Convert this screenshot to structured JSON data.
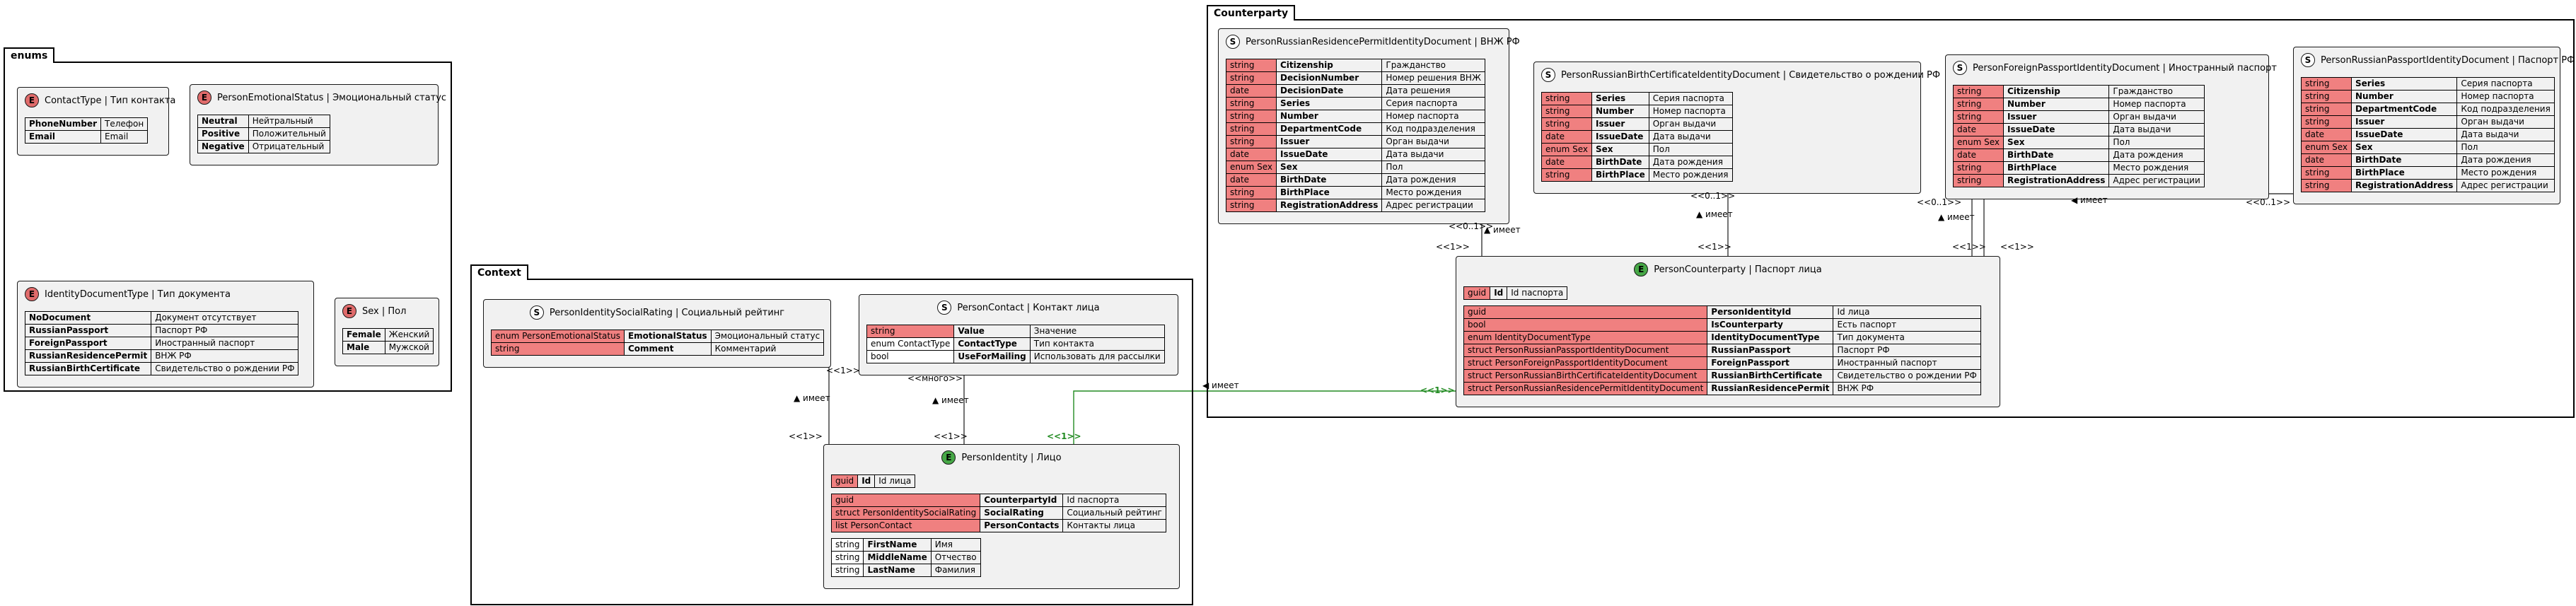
{
  "packages": {
    "enums": "enums",
    "context": "Context",
    "counterparty": "Counterparty"
  },
  "enums": {
    "contact_type": {
      "title": "ContactType | Тип контакта",
      "rows": [
        [
          "PhoneNumber",
          "Телефон"
        ],
        [
          "Email",
          "Email"
        ]
      ]
    },
    "emotional_status": {
      "title": "PersonEmotionalStatus | Эмоциональный статус",
      "rows": [
        [
          "Neutral",
          "Нейтральный"
        ],
        [
          "Positive",
          "Положительный"
        ],
        [
          "Negative",
          "Отрицательный"
        ]
      ]
    },
    "identity_document_type": {
      "title": "IdentityDocumentType | Тип документа",
      "rows": [
        [
          "NoDocument",
          "Документ отсутствует"
        ],
        [
          "RussianPassport",
          "Паспорт РФ"
        ],
        [
          "ForeignPassport",
          "Иностранный паспорт"
        ],
        [
          "RussianResidencePermit",
          "ВНЖ РФ"
        ],
        [
          "RussianBirthCertificate",
          "Свидетельство о рождении РФ"
        ]
      ]
    },
    "sex": {
      "title": "Sex | Пол",
      "rows": [
        [
          "Female",
          "Женский"
        ],
        [
          "Male",
          "Мужской"
        ]
      ]
    }
  },
  "context": {
    "social_rating": {
      "title": "PersonIdentitySocialRating | Социальный рейтинг",
      "rows": [
        [
          "enum PersonEmotionalStatus",
          "EmotionalStatus",
          "Эмоциональный статус"
        ],
        [
          "string",
          "Comment",
          "Комментарий"
        ]
      ]
    },
    "contact": {
      "title": "PersonContact | Контакт лица",
      "rows": [
        [
          "string",
          "Value",
          "Значение"
        ],
        [
          "enum ContactType",
          "ContactType",
          "Тип контакта"
        ],
        [
          "bool",
          "UseForMailing",
          "Использовать для рассылки"
        ]
      ]
    },
    "identity": {
      "title": "PersonIdentity | Лицо",
      "id_row": [
        "guid",
        "Id",
        "Id лица"
      ],
      "rows": [
        [
          "guid",
          "CounterpartyId",
          "Id паспорта"
        ],
        [
          "struct PersonIdentitySocialRating",
          "SocialRating",
          "Социальный рейтинг"
        ],
        [
          "list PersonContact",
          "PersonContacts",
          "Контакты лица"
        ]
      ],
      "name_rows": [
        [
          "string",
          "FirstName",
          "Имя"
        ],
        [
          "string",
          "MiddleName",
          "Отчество"
        ],
        [
          "string",
          "LastName",
          "Фамилия"
        ]
      ]
    }
  },
  "counterparty": {
    "residence_permit": {
      "title": "PersonRussianResidencePermitIdentityDocument | ВНЖ РФ",
      "rows": [
        [
          "string",
          "Citizenship",
          "Гражданство"
        ],
        [
          "string",
          "DecisionNumber",
          "Номер решения ВНЖ"
        ],
        [
          "date",
          "DecisionDate",
          "Дата решения"
        ],
        [
          "string",
          "Series",
          "Серия паспорта"
        ],
        [
          "string",
          "Number",
          "Номер паспорта"
        ],
        [
          "string",
          "DepartmentCode",
          "Код подразделения"
        ],
        [
          "string",
          "Issuer",
          "Орган выдачи"
        ],
        [
          "date",
          "IssueDate",
          "Дата выдачи"
        ],
        [
          "enum Sex",
          "Sex",
          "Пол"
        ],
        [
          "date",
          "BirthDate",
          "Дата рождения"
        ],
        [
          "string",
          "BirthPlace",
          "Место рождения"
        ],
        [
          "string",
          "RegistrationAddress",
          "Адрес регистрации"
        ]
      ]
    },
    "birth_certificate": {
      "title": "PersonRussianBirthCertificateIdentityDocument | Свидетельство о рождении РФ",
      "rows": [
        [
          "string",
          "Series",
          "Серия паспорта"
        ],
        [
          "string",
          "Number",
          "Номер паспорта"
        ],
        [
          "string",
          "Issuer",
          "Орган выдачи"
        ],
        [
          "date",
          "IssueDate",
          "Дата выдачи"
        ],
        [
          "enum Sex",
          "Sex",
          "Пол"
        ],
        [
          "date",
          "BirthDate",
          "Дата рождения"
        ],
        [
          "string",
          "BirthPlace",
          "Место рождения"
        ]
      ]
    },
    "foreign_passport": {
      "title": "PersonForeignPassportIdentityDocument | Иностранный паспорт",
      "rows": [
        [
          "string",
          "Citizenship",
          "Гражданство"
        ],
        [
          "string",
          "Number",
          "Номер паспорта"
        ],
        [
          "string",
          "Issuer",
          "Орган выдачи"
        ],
        [
          "date",
          "IssueDate",
          "Дата выдачи"
        ],
        [
          "enum Sex",
          "Sex",
          "Пол"
        ],
        [
          "date",
          "BirthDate",
          "Дата рождения"
        ],
        [
          "string",
          "BirthPlace",
          "Место рождения"
        ],
        [
          "string",
          "RegistrationAddress",
          "Адрес регистрации"
        ]
      ]
    },
    "russian_passport": {
      "title": "PersonRussianPassportIdentityDocument | Паспорт РФ",
      "rows": [
        [
          "string",
          "Series",
          "Серия паспорта"
        ],
        [
          "string",
          "Number",
          "Номер паспорта"
        ],
        [
          "string",
          "DepartmentCode",
          "Код подразделения"
        ],
        [
          "string",
          "Issuer",
          "Орган выдачи"
        ],
        [
          "date",
          "IssueDate",
          "Дата выдачи"
        ],
        [
          "enum Sex",
          "Sex",
          "Пол"
        ],
        [
          "date",
          "BirthDate",
          "Дата рождения"
        ],
        [
          "string",
          "BirthPlace",
          "Место рождения"
        ],
        [
          "string",
          "RegistrationAddress",
          "Адрес регистрации"
        ]
      ]
    },
    "person_counterparty": {
      "title": "PersonCounterparty | Паспорт лица",
      "id_row": [
        "guid",
        "Id",
        "Id паспорта"
      ],
      "rows": [
        [
          "guid",
          "PersonIdentityId",
          "Id лица"
        ],
        [
          "bool",
          "IsCounterparty",
          "Есть паспорт"
        ],
        [
          "enum IdentityDocumentType",
          "IdentityDocumentType",
          "Тип документа"
        ],
        [
          "struct PersonRussianPassportIdentityDocument",
          "RussianPassport",
          "Паспорт РФ"
        ],
        [
          "struct PersonForeignPassportIdentityDocument",
          "ForeignPassport",
          "Иностранный паспорт"
        ],
        [
          "struct PersonRussianBirthCertificateIdentityDocument",
          "RussianBirthCertificate",
          "Свидетельство о рождении РФ"
        ],
        [
          "struct PersonRussianResidencePermitIdentityDocument",
          "RussianResidencePermit",
          "ВНЖ РФ"
        ]
      ]
    }
  },
  "relations": {
    "has": "имеет",
    "one": "<<1>>",
    "many": "<<много>>",
    "zero_one": "<<0..1>>",
    "identity_link_color": "#228b22"
  },
  "colors": {
    "type_cell": "#f08080",
    "class_bg": "#f1f1f1",
    "enum_circle": "#e06b6b",
    "entity_circle": "#47a847"
  }
}
